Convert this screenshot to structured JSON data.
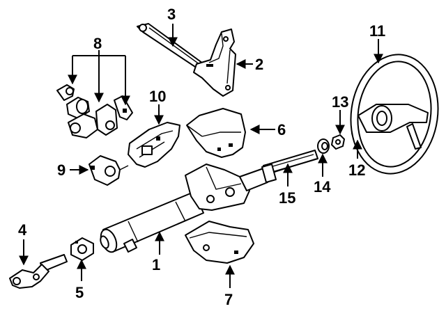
{
  "diagram": {
    "background_color": "#ffffff",
    "line_color": "#000000",
    "callouts": {
      "c1": "1",
      "c2": "2",
      "c3": "3",
      "c4": "4",
      "c5": "5",
      "c6": "6",
      "c7": "7",
      "c8": "8",
      "c9": "9",
      "c10": "10",
      "c11": "11",
      "c12": "12",
      "c13": "13",
      "c14": "14",
      "c15": "15"
    }
  }
}
